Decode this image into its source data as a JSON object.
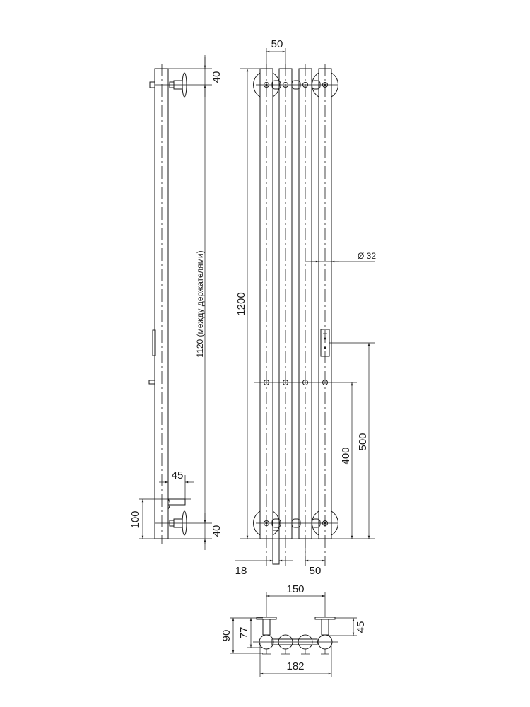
{
  "side_view": {
    "dim_top_holder": "40",
    "dim_bottom_holder": "40",
    "dim_between_holders": "1120 (между держателями)",
    "dim_outlet_offset": "45",
    "dim_outlet_height": "100"
  },
  "front_view": {
    "dim_tube_pitch_top": "50",
    "dim_total_height": "1200",
    "dim_tube_diameter": "Ø 32",
    "dim_controller_height": "500",
    "dim_mid_mount_height": "400",
    "dim_outlet_width": "18",
    "dim_tube_pitch_bottom": "50"
  },
  "bottom_view": {
    "dim_holder_spacing": "150",
    "dim_depth_total": "90",
    "dim_depth_axis": "77",
    "dim_holder_depth": "45",
    "dim_total_width": "182"
  }
}
